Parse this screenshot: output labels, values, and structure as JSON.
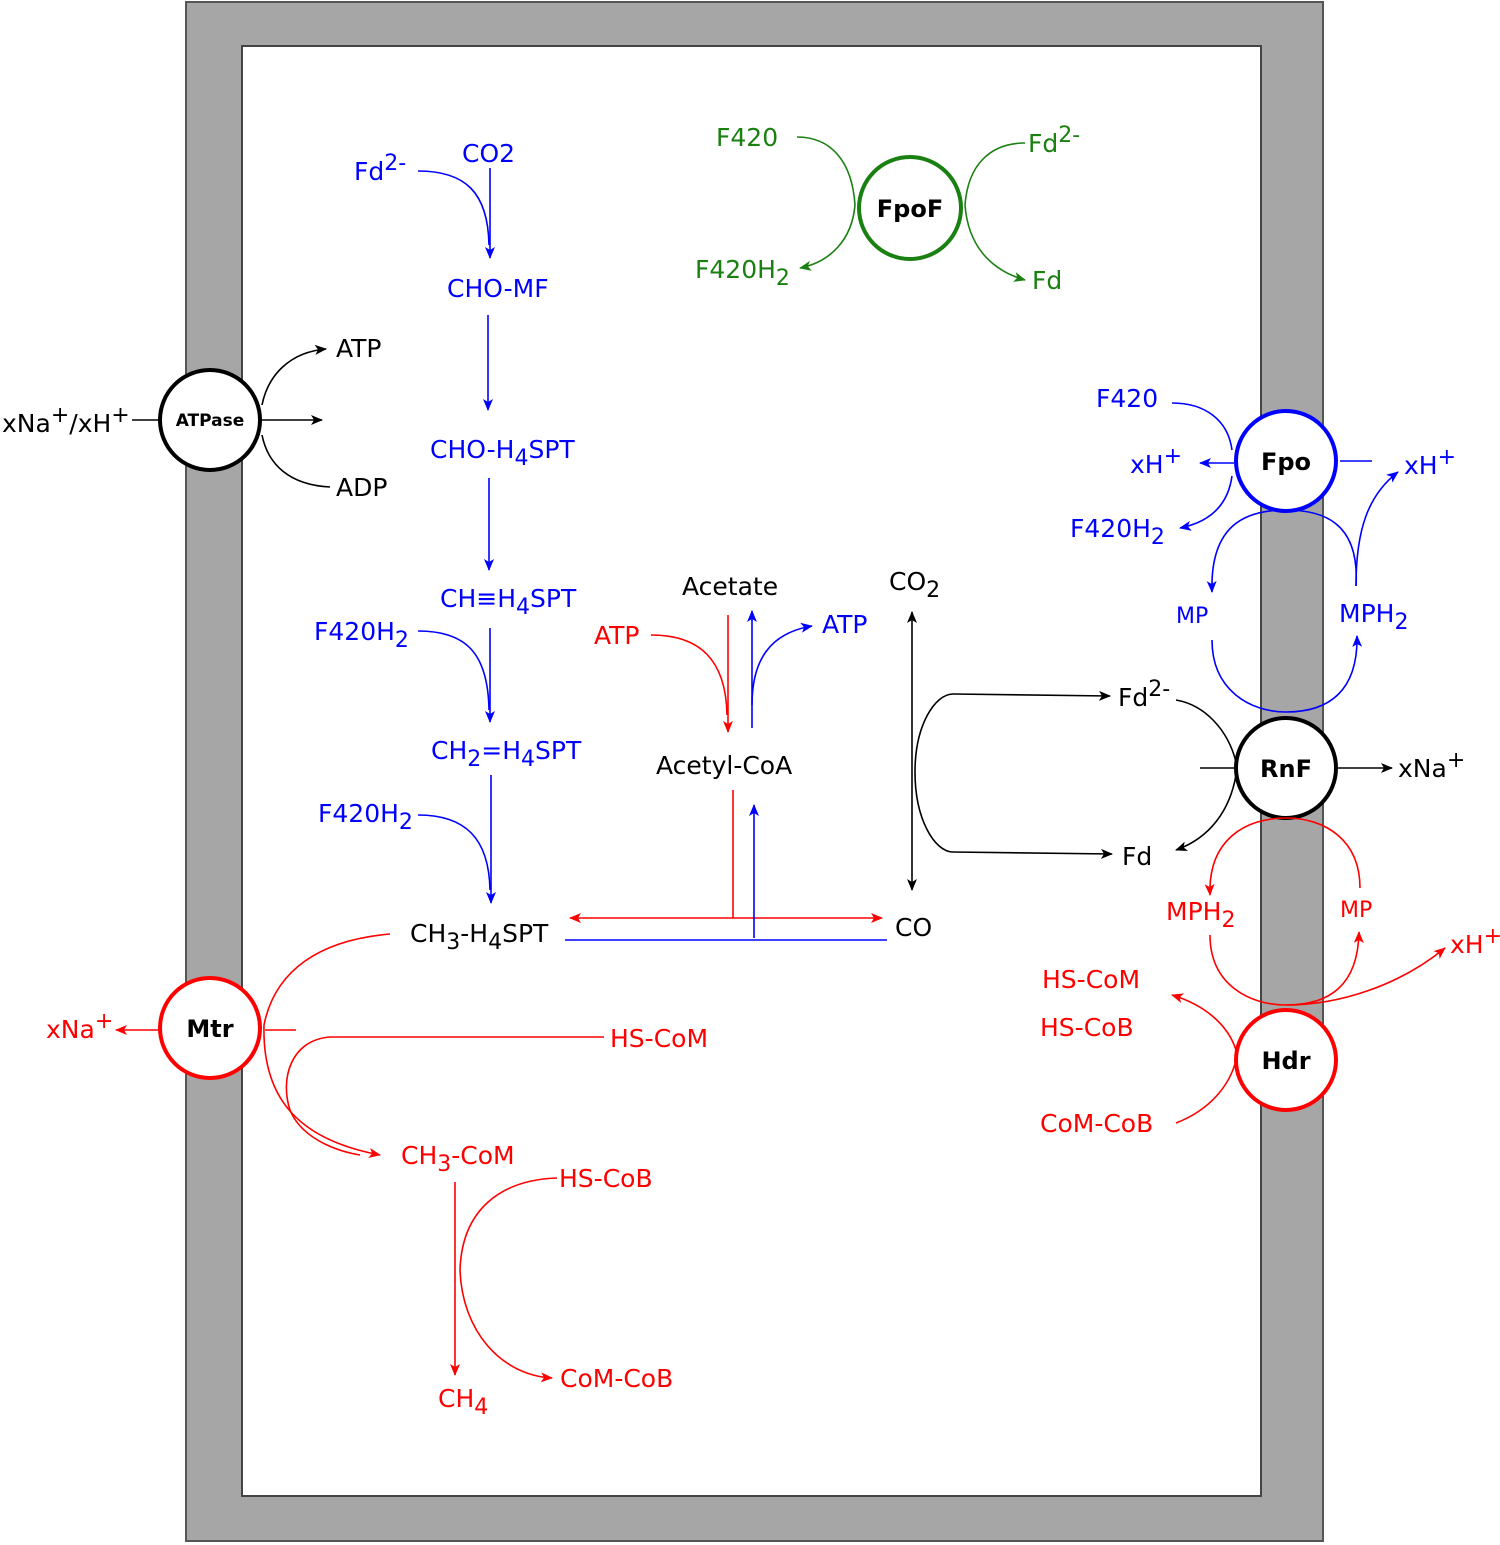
{
  "colors": {
    "blue": "#0000ff",
    "red": "#ff0000",
    "green": "#1a8011",
    "black": "#000000",
    "membrane": "#a6a6a6"
  },
  "enzymes": {
    "atpase": "ATPase",
    "fpof": "FpoF",
    "fpo": "Fpo",
    "rnf": "RnF",
    "mtr": "Mtr",
    "hdr": "Hdr"
  },
  "pathway": {
    "co2": "CO2",
    "fd2_main": "Fd",
    "cho_mf": "CHO-MF",
    "cho_h4spt": "CHO-H",
    "ch_h4spt": "CH≡H",
    "f420h2_a": "F420H",
    "ch2_h4spt_pre": "CH",
    "ch2_h4spt_post": "=H",
    "f420h2_b": "F420H",
    "ch3_h4spt": "CH",
    "ch3_h4spt_mid": "-H",
    "spt": "SPT",
    "sub_4": "4",
    "sub_2": "2",
    "sub_3": "3"
  },
  "acetate": {
    "acetate": "Acetate",
    "atp_in": "ATP",
    "atp_out": "ATP",
    "acetyl_coa": "Acetyl-CoA",
    "co2": "CO",
    "co": "CO"
  },
  "fpof_side": {
    "f420": "F420",
    "f420h2": "F420H",
    "fd2": "Fd",
    "fd": "Fd"
  },
  "atpase_side": {
    "ions_in": "xNa",
    "ions_h": "/xH",
    "atp": "ATP",
    "adp": "ADP"
  },
  "fpo_side": {
    "f420": "F420",
    "xh_left": "xH",
    "f420h2": "F420H",
    "xh_right": "xH",
    "mp": "MP",
    "mph2": "MPH"
  },
  "rnf_side": {
    "fd2": "Fd",
    "fd": "Fd",
    "xna": "xNa"
  },
  "hdr_side": {
    "mph2": "MPH",
    "mp": "MP",
    "xh": "xH",
    "hs_com": "HS-CoM",
    "hs_cob": "HS-CoB",
    "com_cob": "CoM-CoB"
  },
  "mtr_side": {
    "xna": "xNa",
    "hs_com": "HS-CoM",
    "ch3_com_pre": "CH",
    "ch3_com_post": "-CoM",
    "hs_cob": "HS-CoB",
    "ch4": "CH",
    "com_cob": "CoM-CoB"
  },
  "superscripts": {
    "two_minus": "2-",
    "plus": "+"
  }
}
